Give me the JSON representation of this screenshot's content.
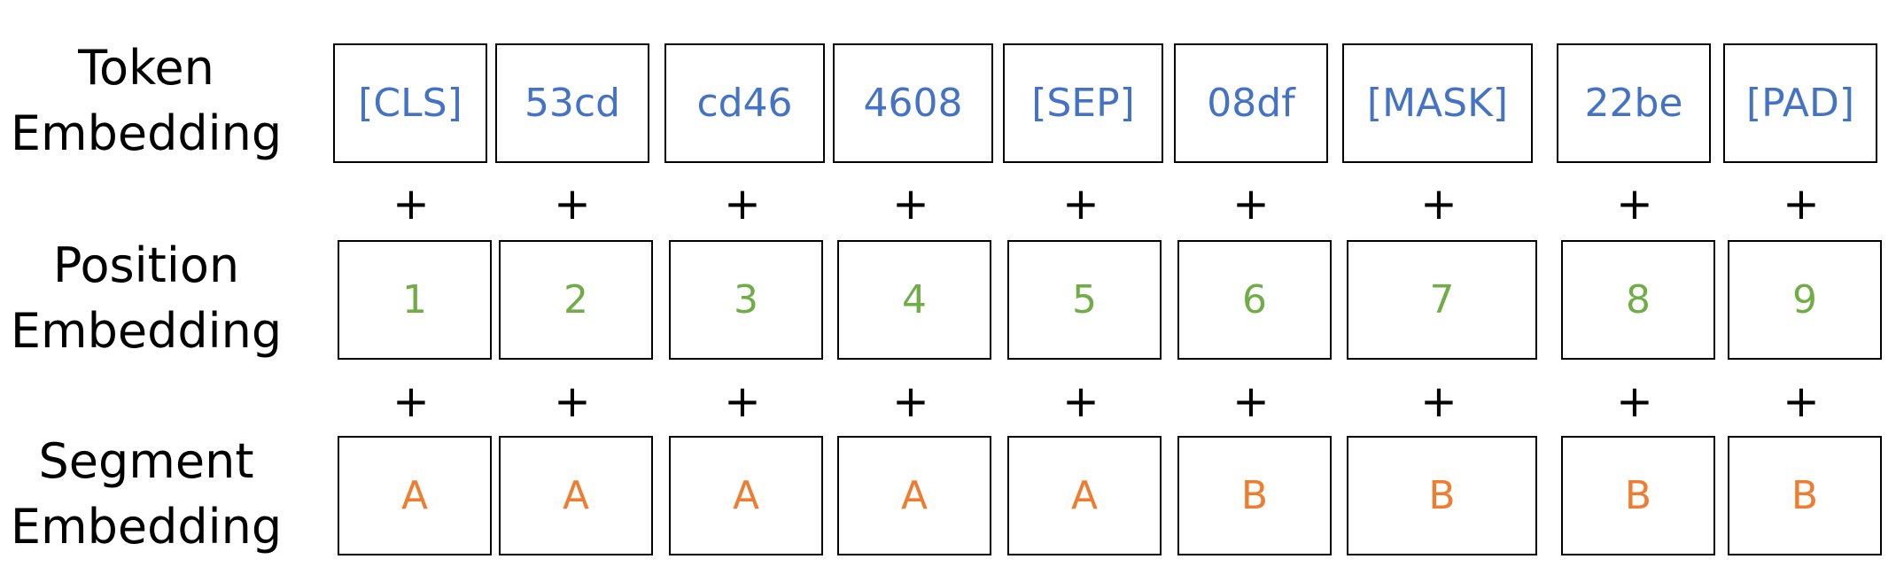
{
  "rows": [
    {
      "label_line1": "Token",
      "label_line2": "Embedding",
      "color": "#4472c4",
      "cells": [
        "[CLS]",
        "53cd",
        "cd46",
        "4608",
        "[SEP]",
        "08df",
        "[MASK]",
        "22be",
        "[PAD]"
      ]
    },
    {
      "label_line1": "Position",
      "label_line2": "Embedding",
      "color": "#70ad47",
      "cells": [
        "1",
        "2",
        "3",
        "4",
        "5",
        "6",
        "7",
        "8",
        "9"
      ]
    },
    {
      "label_line1": "Segment",
      "label_line2": "Embedding",
      "color": "#ed7d31",
      "cells": [
        "A",
        "A",
        "A",
        "A",
        "A",
        "B",
        "B",
        "B",
        "B"
      ]
    }
  ],
  "operator": "+"
}
